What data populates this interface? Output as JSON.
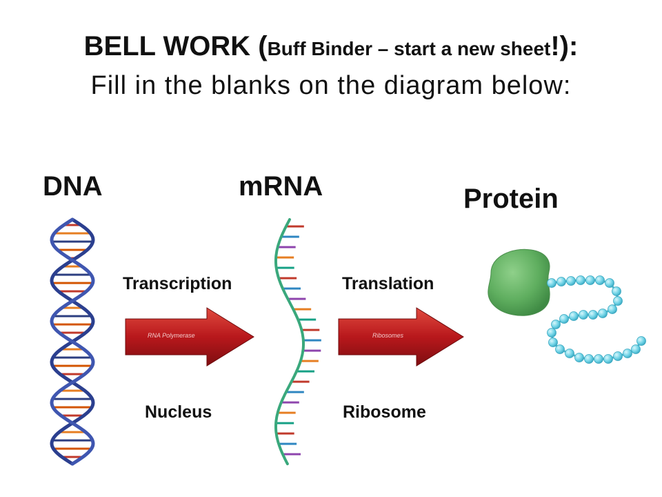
{
  "title": {
    "part1": "BELL WORK (",
    "part2": "Buff Binder – start a new sheet",
    "part3": "!):",
    "line2": "Fill in the blanks on the diagram below:"
  },
  "stages": {
    "dna": "DNA",
    "mrna": "mRNA",
    "protein": "Protein"
  },
  "processes": {
    "transcription": "Transcription",
    "translation": "Translation",
    "nucleus": "Nucleus",
    "ribosome": "Ribosome"
  },
  "arrows": {
    "left_text": "RNA Polymerase",
    "right_text": "Ribosomes"
  },
  "colors": {
    "dna_backbone": "#2b3f8f",
    "mrna_backbone": "#3aa87c",
    "arrow_red": "#b8181c",
    "protein_blob": "#5fae5f",
    "amino_chain": "#6fd3e6"
  }
}
